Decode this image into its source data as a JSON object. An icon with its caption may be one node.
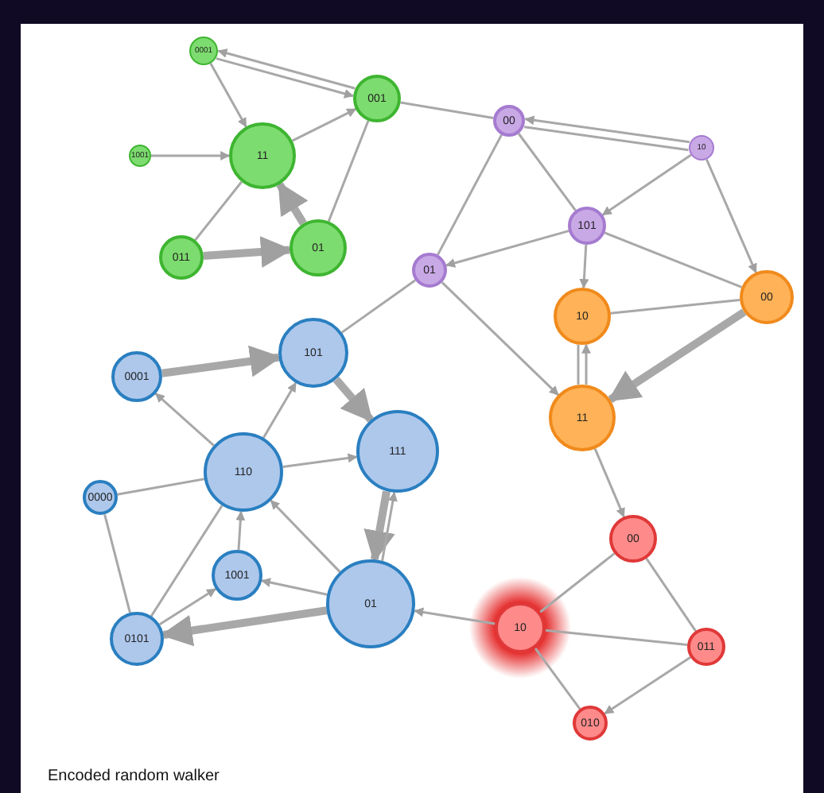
{
  "diagram": {
    "caption": "Encoded random walker",
    "nodes": [
      {
        "text": [
          "0001"
        ]
      },
      {
        "text": [
          "001"
        ]
      },
      {
        "text": [
          "1001"
        ]
      },
      {
        "text": [
          "11"
        ]
      },
      {
        "text": [
          "011"
        ]
      },
      {
        "text": [
          "01"
        ]
      },
      {
        "text": [
          "00"
        ]
      },
      {
        "text": [
          "10"
        ]
      },
      {
        "text": [
          "101"
        ]
      },
      {
        "text": [
          "01"
        ]
      },
      {
        "text": [
          "10"
        ]
      },
      {
        "text": [
          "00"
        ]
      },
      {
        "text": [
          "11"
        ]
      },
      {
        "text": [
          "0001"
        ]
      },
      {
        "text": [
          "101"
        ]
      },
      {
        "text": [
          "111"
        ]
      },
      {
        "text": [
          "0000"
        ]
      },
      {
        "text": [
          "110"
        ]
      },
      {
        "text": [
          "1001"
        ]
      },
      {
        "text": [
          "0101"
        ]
      },
      {
        "text": [
          "01"
        ]
      },
      {
        "text": [
          "00"
        ]
      },
      {
        "text": [
          "10"
        ]
      },
      {
        "text": [
          "011"
        ]
      },
      {
        "text": [
          "010"
        ]
      }
    ],
    "edges": [
      {
        "from": 1,
        "to": 0,
        "arrow": "to"
      },
      {
        "from": 0,
        "to": 1,
        "arrow": "to"
      },
      {
        "from": 0,
        "to": 3,
        "arrow": "to"
      },
      {
        "from": 2,
        "to": 3,
        "arrow": "to"
      },
      {
        "from": 3,
        "to": 1,
        "arrow": "to"
      },
      {
        "from": 5,
        "to": 3,
        "arrow": "to",
        "style": "thick"
      },
      {
        "from": 5,
        "to": 1,
        "arrow": "none"
      },
      {
        "from": 3,
        "to": 4,
        "arrow": "none"
      },
      {
        "from": 4,
        "to": 5,
        "arrow": "to",
        "style": "thick"
      },
      {
        "from": 1,
        "to": 6,
        "arrow": "none"
      },
      {
        "from": 7,
        "to": 6,
        "arrow": "to"
      },
      {
        "from": 6,
        "to": 7,
        "arrow": "none"
      },
      {
        "from": 6,
        "to": 8,
        "arrow": "none"
      },
      {
        "from": 6,
        "to": 9,
        "arrow": "none"
      },
      {
        "from": 7,
        "to": 8,
        "arrow": "to"
      },
      {
        "from": 7,
        "to": 11,
        "arrow": "to"
      },
      {
        "from": 8,
        "to": 9,
        "arrow": "to"
      },
      {
        "from": 8,
        "to": 10,
        "arrow": "to"
      },
      {
        "from": 8,
        "to": 11,
        "arrow": "none"
      },
      {
        "from": 9,
        "to": 12,
        "arrow": "to"
      },
      {
        "from": 9,
        "to": 14,
        "arrow": "none"
      },
      {
        "from": 10,
        "to": 11,
        "arrow": "none"
      },
      {
        "from": 10,
        "to": 12,
        "arrow": "none"
      },
      {
        "from": 12,
        "to": 10,
        "arrow": "to"
      },
      {
        "from": 11,
        "to": 12,
        "arrow": "to",
        "style": "thick"
      },
      {
        "from": 12,
        "to": 21,
        "arrow": "to"
      },
      {
        "from": 22,
        "to": 21,
        "arrow": "none"
      },
      {
        "from": 21,
        "to": 23,
        "arrow": "none"
      },
      {
        "from": 22,
        "to": 23,
        "arrow": "none"
      },
      {
        "from": 23,
        "to": 24,
        "arrow": "to"
      },
      {
        "from": 22,
        "to": 24,
        "arrow": "none"
      },
      {
        "from": 22,
        "to": 20,
        "arrow": "to"
      },
      {
        "from": 13,
        "to": 14,
        "arrow": "to",
        "style": "thick"
      },
      {
        "from": 17,
        "to": 13,
        "arrow": "to"
      },
      {
        "from": 17,
        "to": 14,
        "arrow": "to"
      },
      {
        "from": 14,
        "to": 15,
        "arrow": "to",
        "style": "thick"
      },
      {
        "from": 15,
        "to": 20,
        "arrow": "to",
        "style": "thick"
      },
      {
        "from": 20,
        "to": 15,
        "arrow": "to"
      },
      {
        "from": 17,
        "to": 15,
        "arrow": "to"
      },
      {
        "from": 16,
        "to": 17,
        "arrow": "none"
      },
      {
        "from": 16,
        "to": 19,
        "arrow": "none"
      },
      {
        "from": 19,
        "to": 17,
        "arrow": "none"
      },
      {
        "from": 19,
        "to": 18,
        "arrow": "to"
      },
      {
        "from": 18,
        "to": 17,
        "arrow": "to"
      },
      {
        "from": 20,
        "to": 17,
        "arrow": "to"
      },
      {
        "from": 20,
        "to": 18,
        "arrow": "to"
      },
      {
        "from": 20,
        "to": 19,
        "arrow": "to",
        "style": "thick"
      }
    ]
  }
}
